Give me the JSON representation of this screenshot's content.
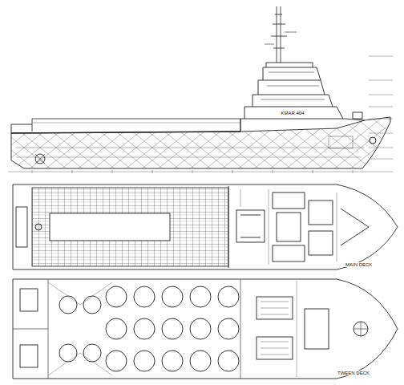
{
  "diagram": {
    "labels": [
      "KMAR 404",
      "MAIN DECK",
      "TWEEN DECK"
    ]
  }
}
